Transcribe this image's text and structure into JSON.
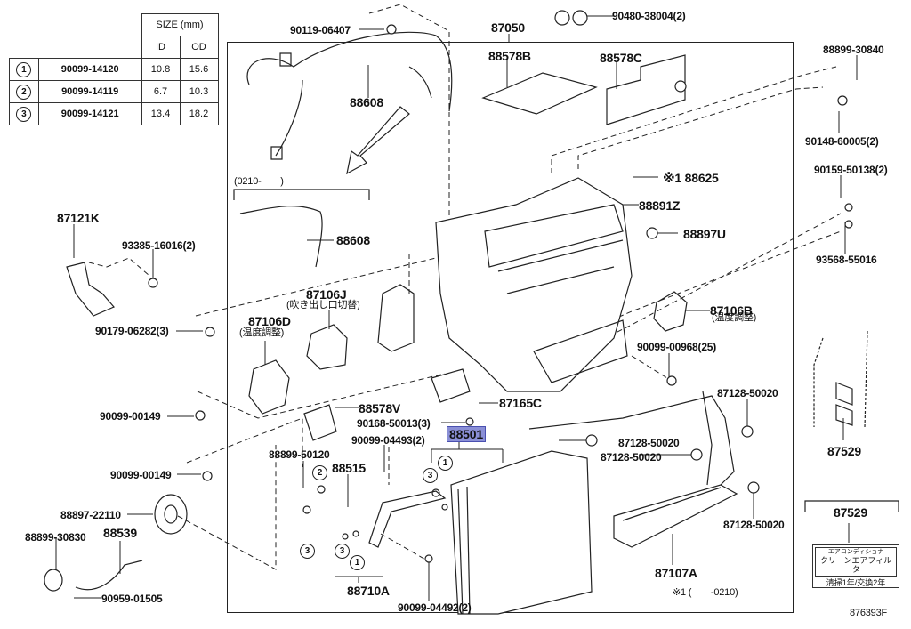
{
  "size_table": {
    "header": "SIZE (mm)",
    "col_id": "ID",
    "col_od": "OD",
    "rows": [
      {
        "ref": "1",
        "part": "90099-14120",
        "id": "10.8",
        "od": "15.6"
      },
      {
        "ref": "2",
        "part": "90099-14119",
        "id": "6.7",
        "od": "10.3"
      },
      {
        "ref": "3",
        "part": "90099-14121",
        "id": "13.4",
        "od": "18.2"
      }
    ]
  },
  "labels": {
    "p90119_06407": "90119-06407",
    "p87050": "87050",
    "p90480_38004": "90480-38004(2)",
    "p88899_30840": "88899-30840",
    "p88608_a": "88608",
    "p88578B": "88578B",
    "p88578C": "88578C",
    "p90148_60005": "90148-60005(2)",
    "p90159_50138": "90159-50138(2)",
    "p88625": "※1 88625",
    "p88891Z": "88891Z",
    "p88897U": "88897U",
    "p93568_55016": "93568-55016",
    "range_0210": "(0210-　　)",
    "p88608_b": "88608",
    "p87121K": "87121K",
    "p93385_16016": "93385-16016(2)",
    "p87106J": "87106J",
    "p87106J_note": "(吹き出し口切替)",
    "p87106D": "87106D",
    "p87106D_note": "(温度調整)",
    "p87106B": "87106B",
    "p87106B_note": "(温度調整)",
    "p90179_06282": "90179-06282(3)",
    "p90099_00968": "90099-00968(25)",
    "p87165C": "87165C",
    "p88578V": "88578V",
    "p90168_50013": "90168-50013(3)",
    "p88501": "88501",
    "p90099_00149_a": "90099-00149",
    "p90099_00149_b": "90099-00149",
    "p90099_04493": "90099-04493(2)",
    "p88899_50120": "88899-50120",
    "p88515": "88515",
    "p87128_50020_a": "87128-50020",
    "p87128_50020_b": "87128-50020",
    "p87128_50020_c": "87128-50020",
    "p87128_50020_d": "87128-50020",
    "p88897_22110": "88897-22110",
    "p88899_30830": "88899-30830",
    "p88539": "88539",
    "p90959_01505": "90959-01505",
    "p88710A": "88710A",
    "p90099_04492": "90099-04492(2)",
    "p87107A": "87107A",
    "note_0210": "※1 (　　-0210)",
    "p87529_a": "87529",
    "p87529_b": "87529",
    "filter_label_line1": "エアコンディショナ",
    "filter_label_line2": "クリーンエアフィルタ",
    "filter_label_line3": "清掃1年/交換2年",
    "diagram_id": "876393F",
    "ref1": "1",
    "ref2": "2",
    "ref3": "3"
  },
  "selected_part": "88501",
  "colors": {
    "highlight": "#8a8fd6",
    "line": "#222222"
  }
}
